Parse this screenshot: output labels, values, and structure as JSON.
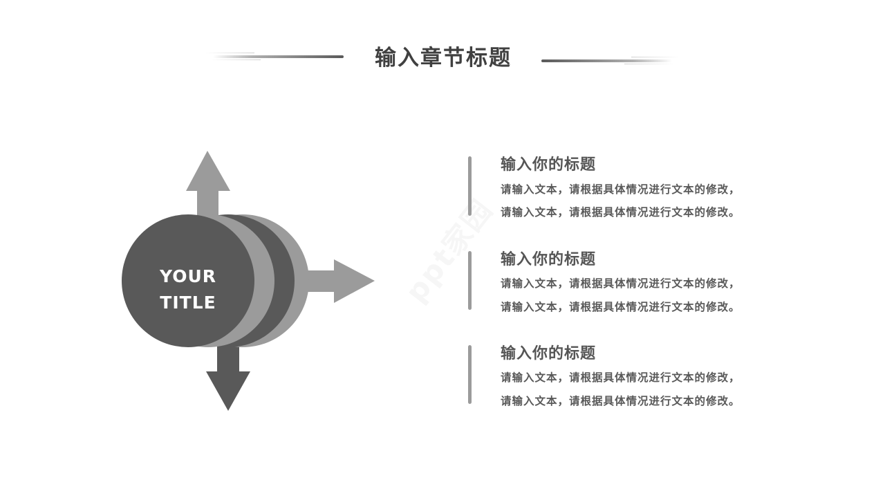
{
  "slide": {
    "title": "输入章节标题",
    "watermark": "ppt家园",
    "colors": {
      "dark": "#595959",
      "light": "#9b9b9b",
      "title_text": "#404040",
      "body_text": "#595959"
    }
  },
  "diagram": {
    "center_label_line1": "YOUR",
    "center_label_line2": "TITLE",
    "arrows": [
      "up",
      "right",
      "down"
    ]
  },
  "items": [
    {
      "title": "输入你的标题",
      "line1": "请输入文本，请根据具体情况进行文本的修改，",
      "line2": "请输入文本，请根据具体情况进行文本的修改。"
    },
    {
      "title": "输入你的标题",
      "line1": "请输入文本，请根据具体情况进行文本的修改，",
      "line2": "请输入文本，请根据具体情况进行文本的修改。"
    },
    {
      "title": "输入你的标题",
      "line1": "请输入文本，请根据具体情况进行文本的修改，",
      "line2": "请输入文本，请根据具体情况进行文本的修改。"
    }
  ]
}
